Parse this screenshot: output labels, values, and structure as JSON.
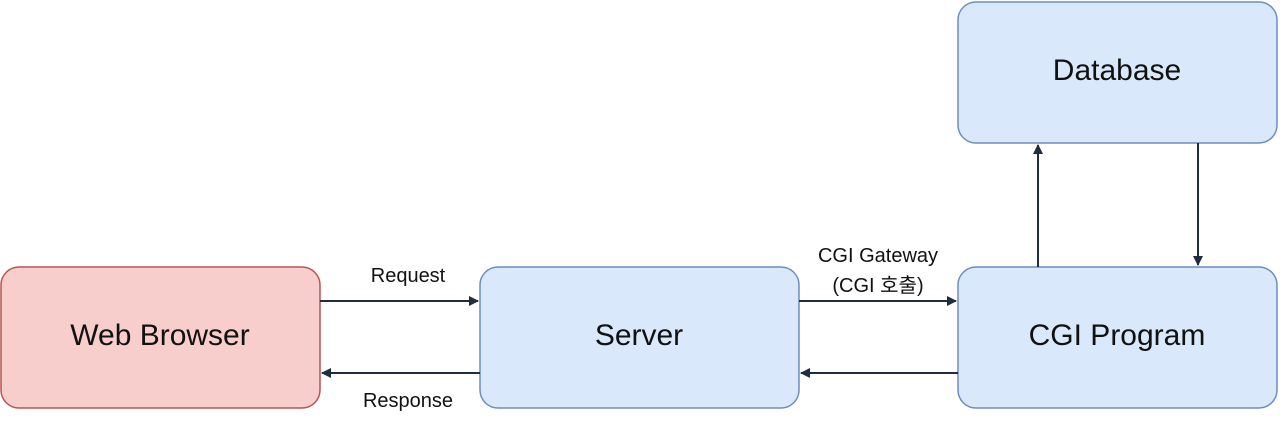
{
  "colors": {
    "browser_fill": "#f8cecc",
    "browser_stroke": "#b85450",
    "node_fill": "#dae8fc",
    "node_stroke": "#6c8ebf",
    "edge": "#1f2d3d"
  },
  "nodes": {
    "web_browser": "Web Browser",
    "server": "Server",
    "cgi_program": "CGI Program",
    "database": "Database"
  },
  "edges": {
    "request": "Request",
    "response": "Response",
    "cgi_gateway_line1": "CGI Gateway",
    "cgi_gateway_line2": "(CGI 호출)"
  }
}
